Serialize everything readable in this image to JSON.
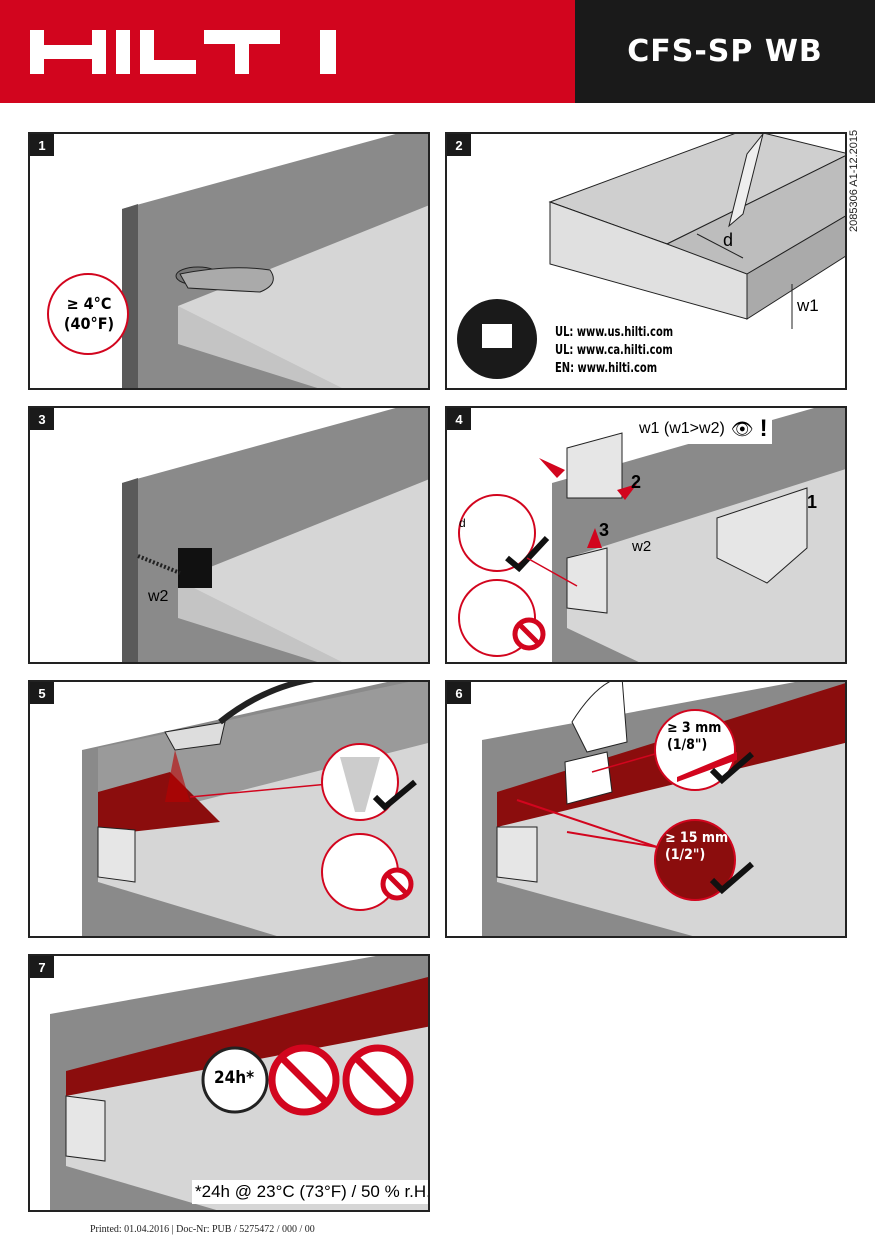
{
  "header": {
    "brand": "HILTI",
    "product": "CFS-SP WB",
    "brand_color": "#d2051e"
  },
  "doc_code": "2085306 A1-12.2015",
  "panels": [
    {
      "number": "1",
      "temp_c": "≥ 4°C",
      "temp_f": "(40°F)"
    },
    {
      "number": "2",
      "dim_d": "d",
      "dim_w1": "w1",
      "links": [
        "UL: www.us.hilti.com",
        "UL: www.ca.hilti.com",
        "EN: www.hilti.com"
      ],
      "icon": "read-manual-icon"
    },
    {
      "number": "3",
      "dim_w2": "w2"
    },
    {
      "number": "4",
      "note": "w1 (w1>w2)",
      "dim_d": "d",
      "dim_w2": "w2",
      "steps": [
        "1",
        "2",
        "3"
      ],
      "icons": [
        "eye-icon",
        "exclamation-icon",
        "check-icon",
        "prohibited-icon"
      ]
    },
    {
      "number": "5",
      "icons": [
        "spray-gun-icon",
        "check-icon",
        "prohibited-icon"
      ]
    },
    {
      "number": "6",
      "min_thickness": "≥ 3 mm",
      "min_thickness_in": "(1/8\")",
      "min_overlap": "≥ 15 mm",
      "min_overlap_in": "(1/2\")",
      "icons": [
        "check-icon"
      ]
    },
    {
      "number": "7",
      "cure_time": "24h*",
      "cure_note": "*24h @ 23°C (73°F) / 50 % r.H.",
      "icons": [
        "clock-icon",
        "no-water-icon",
        "no-traffic-icon"
      ]
    }
  ],
  "footer": "Printed: 01.04.2016 | Doc-Nr: PUB / 5275472 / 000 / 00"
}
